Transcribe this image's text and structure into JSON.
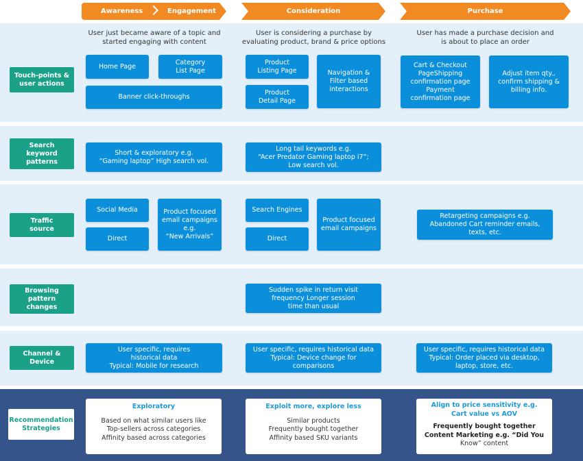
{
  "stages": {
    "awareness": "Awareness",
    "engagement": "Engagement",
    "consideration": "Consideration",
    "purchase": "Purchase"
  },
  "descriptions": {
    "awareness": "User just became aware of a topic and\nstarted engaging with content",
    "consideration": "User is considering a purchase by\nevaluating product, brand & price options",
    "purchase": "User has made a purchase decision and\nis about to place an order"
  },
  "rows": {
    "touchpoints": {
      "label": "Touch-points &\nuser actions",
      "home_page": "Home Page",
      "category_list_page": "Category\nList Page",
      "banner_click_throughs": "Banner click-throughs",
      "product_listing_page": "Product\nListing Page",
      "product_detail_page": "Product\nDetail Page",
      "navigation_filter": "Navigation &\nFilter based\ninteractions",
      "cart_checkout": "Cart & Checkout\nPageShipping\nconfirmation page\nPayment\nconfirmation page",
      "adjust_item": "Adjust item qty.,\nconfirm shipping &\nbilling info."
    },
    "search": {
      "label": "Search\nkeyword\npatterns",
      "awareness": "Short & exploratory e.g.\n“Gaming laptop” High search vol.",
      "consideration": "Long tail keywords e.g.\n“Acer Predator Gaming laptop i7”;\nLow search vol."
    },
    "traffic": {
      "label": "Traffic\nsource",
      "social_media": "Social Media",
      "direct_1": "Direct",
      "email_new_arrivals": "Product focused\nemail campaigns\ne.g.\n“New Arrivals”",
      "search_engines": "Search Engines",
      "direct_2": "Direct",
      "email_product": "Product focused\nemail campaigns",
      "retargeting": "Retargeting campaigns e.g.\nAbandoned Cart reminder emails,\ntexts, etc."
    },
    "browsing": {
      "label": "Browsing\npattern\nchanges",
      "consideration": "Sudden spike in return visit\nfrequency Longer session\ntime than usual"
    },
    "channel": {
      "label": "Channel &\nDevice",
      "awareness": "User specific, requires\nhistorical data\nTypical: Mobile for research",
      "consideration": "User specific, requires historical data\nTypical: Device change for\ncomparisons",
      "purchase": "User specific, requires historical data\nTypical: Order placed via desktop,\nlaptop, store, etc."
    }
  },
  "recommendation": {
    "label": "Recommendation\nStrategies",
    "exploratory": {
      "title": "Exploratory",
      "lines": [
        "Based on what similar users like",
        "Top-sellers across categories",
        "Affinity based across categories"
      ]
    },
    "exploit": {
      "title": "Exploit more, explore less",
      "lines": [
        "Similar products",
        "Frequently bought together",
        "Affinity based SKU variants"
      ]
    },
    "price": {
      "title": "Align to price sensitivity e.g.\nCart value vs AOV",
      "lines": [
        "Frequently bought together",
        "Content Marketing e.g. “Did You",
        "Know” content"
      ]
    }
  },
  "colors": {
    "stage_orange": "#f28a24",
    "band_light_blue": "#e4f0f9",
    "box_blue": "#0c8fda",
    "label_teal": "#1aa188",
    "rec_navy": "#34548a"
  }
}
